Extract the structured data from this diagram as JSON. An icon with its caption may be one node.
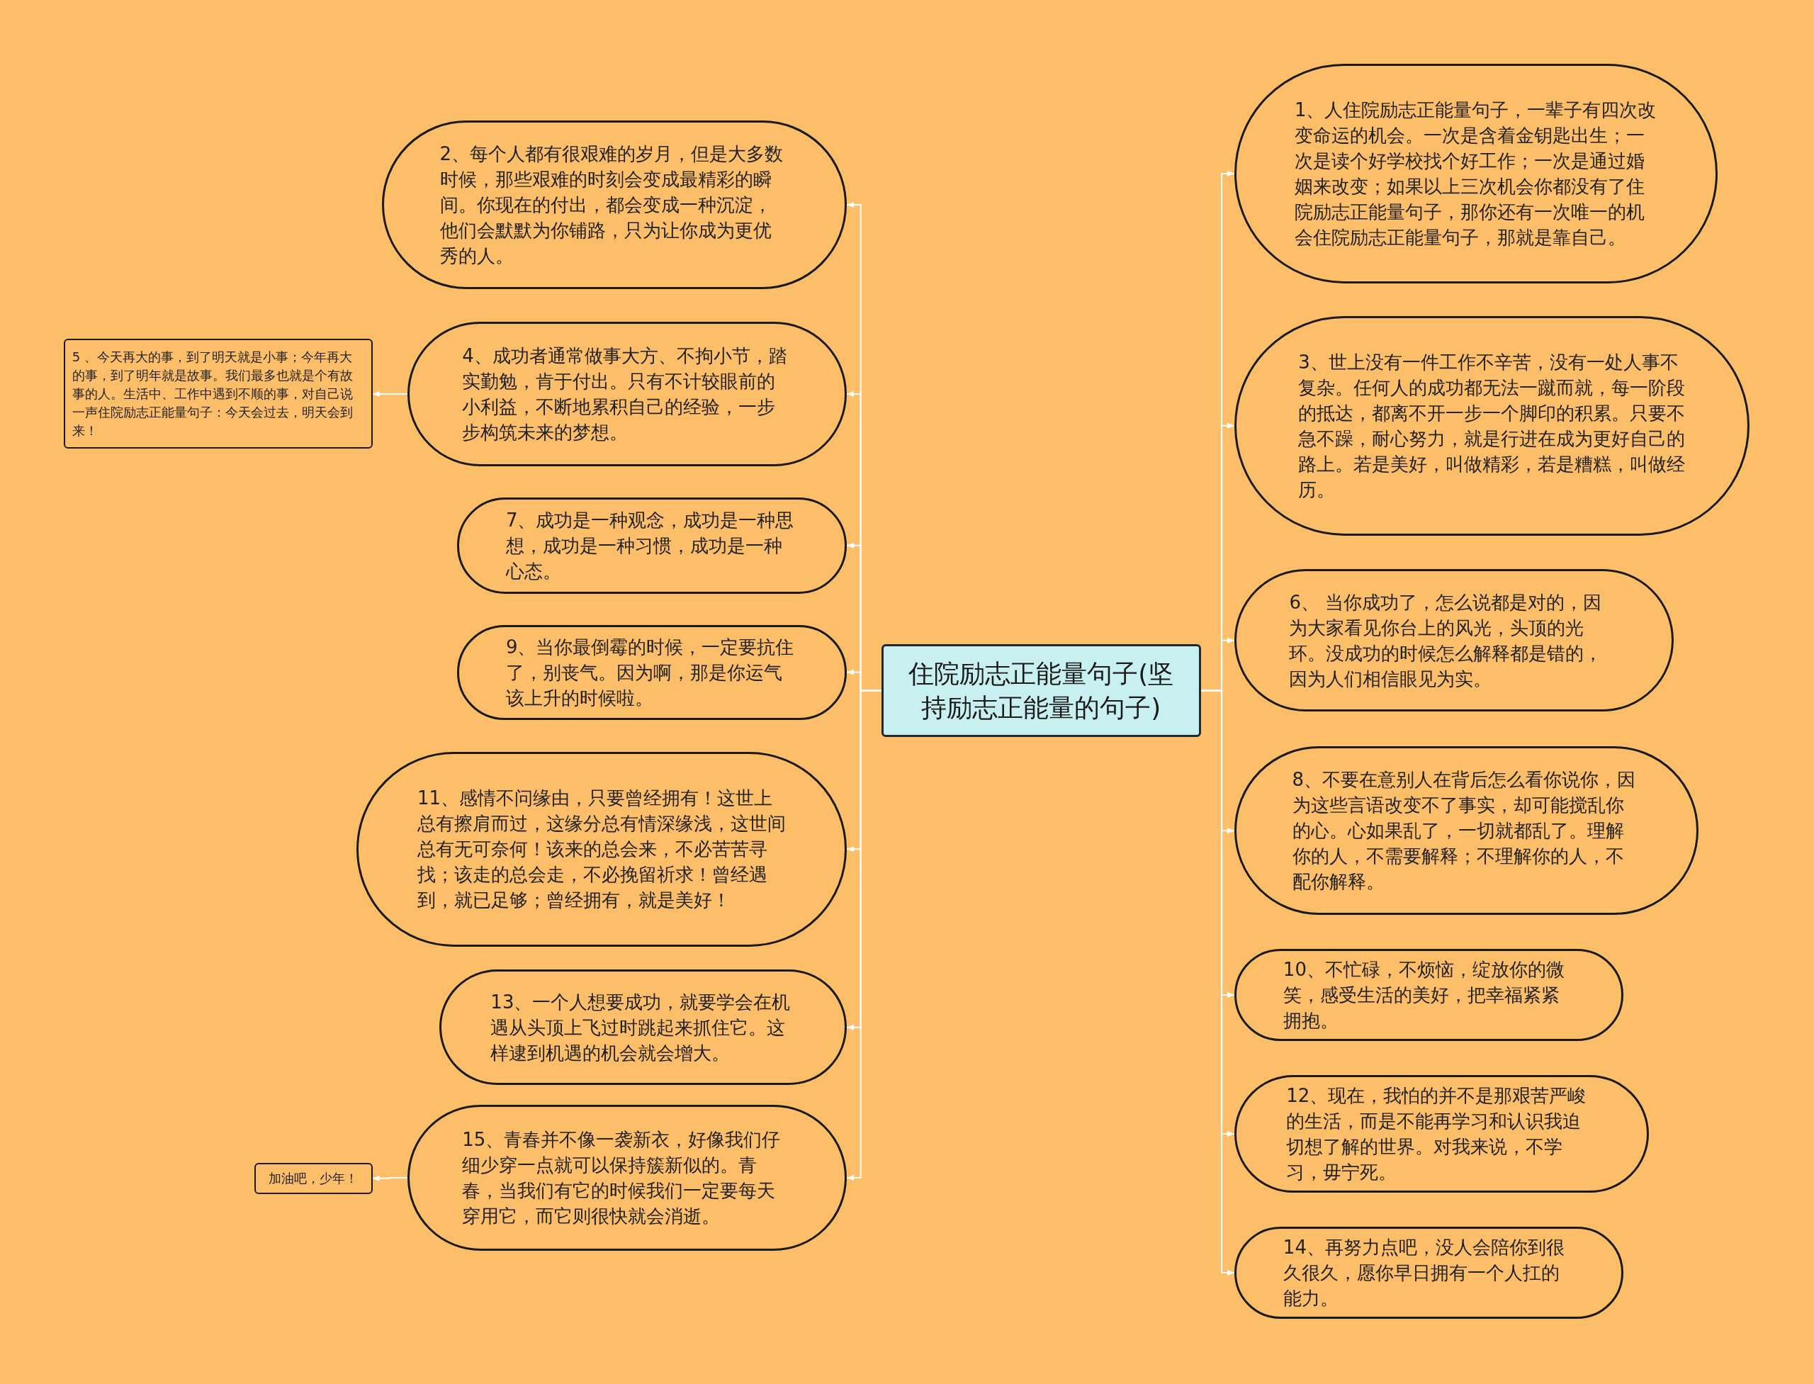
{
  "diagram": {
    "nodes": [
      {
        "text": [
          "住院励志正能量句子(坚持励志正能量的句子)"
        ]
      },
      {
        "text": [
          "1、人住院励志正能量句子，一辈子有四次改变命运的机会。一次是含着金钥匙出生；一次是读个好学校找个好工作；一次是通过婚姻来改变；如果以上三次机会你都没有了住院励志正能量句子，那你还有一次唯一的机会住院励志正能量句子，那就是靠自己。"
        ]
      },
      {
        "text": [
          "2、每个人都有很艰难的岁月，但是大多数时候，那些艰难的时刻会变成最精彩的瞬间。你现在的付出，都会变成一种沉淀，他们会默默为你铺路，只为让你成为更优秀的人。"
        ]
      },
      {
        "text": [
          "3、世上没有一件工作不辛苦，没有一处人事不复杂。任何人的成功都无法一蹴而就，每一阶段的抵达，都离不开一步一个脚印的积累。只要不急不躁，耐心努力，就是行进在成为更好自己的路上。若是美好，叫做精彩，若是糟糕，叫做经历。"
        ]
      },
      {
        "text": [
          "4、成功者通常做事大方、不拘小节，踏实勤勉，肯于付出。只有不计较眼前的小利益，不断地累积自己的经验，一步步构筑未来的梦想。"
        ]
      },
      {
        "text": [
          "5 、今天再大的事，到了明天就是小事；今年再大的事，到了明年就是故事。我们最多也就是个有故事的人。生活中、工作中遇到不顺的事，对自己说一声住院励志正能量句子：今天会过去，明天会到来！"
        ]
      },
      {
        "text": [
          "6、 当你成功了，怎么说都是对的，因为大家看见你台上的风光，头顶的光环。没成功的时候怎么解释都是错的，因为人们相信眼见为实。"
        ]
      },
      {
        "text": [
          "7、成功是一种观念，成功是一种思想，成功是一种习惯，成功是一种心态。"
        ]
      },
      {
        "text": [
          "8、不要在意别人在背后怎么看你说你，因为这些言语改变不了事实，却可能搅乱你的心。心如果乱了，一切就都乱了。理解你的人，不需要解释；不理解你的人，不配你解释。"
        ]
      },
      {
        "text": [
          "9、当你最倒霉的时候，一定要抗住了，别丧气。因为啊，那是你运气该上升的时候啦。"
        ]
      },
      {
        "text": [
          "10、不忙碌，不烦恼，绽放你的微笑，感受生活的美好，把幸福紧紧拥抱。"
        ]
      },
      {
        "text": [
          "11、感情不问缘由，只要曾经拥有！这世上总有擦肩而过，这缘分总有情深缘浅，这世间总有无可奈何！该来的总会来，不必苦苦寻找；该走的总会走，不必挽留祈求！曾经遇到，就已足够；曾经拥有，就是美好！"
        ]
      },
      {
        "text": [
          "12、现在，我怕的并不是那艰苦严峻的生活，而是不能再学习和认识我迫切想了解的世界。对我来说，不学习，毋宁死。"
        ]
      },
      {
        "text": [
          "13、一个人想要成功，就要学会在机遇从头顶上飞过时跳起来抓住它。这样逮到机遇的机会就会增大。"
        ]
      },
      {
        "text": [
          "14、再努力点吧，没人会陪你到很久很久，愿你早日拥有一个人扛的能力。"
        ]
      },
      {
        "text": [
          "15、青春并不像一袭新衣，好像我们仔细少穿一点就可以保持簇新似的。青春，当我们有它的时候我们一定要每天穿用它，而它则很快就会消逝。"
        ]
      },
      {
        "text": [
          "加油吧，少年！"
        ]
      }
    ],
    "edges": [
      {
        "from": 0,
        "to": 1,
        "arrow": "to"
      },
      {
        "from": 0,
        "to": 2,
        "arrow": "to"
      },
      {
        "from": 0,
        "to": 3,
        "arrow": "to"
      },
      {
        "from": 0,
        "to": 4,
        "arrow": "to"
      },
      {
        "from": 4,
        "to": 5,
        "arrow": "to"
      },
      {
        "from": 0,
        "to": 6,
        "arrow": "to"
      },
      {
        "from": 0,
        "to": 7,
        "arrow": "to"
      },
      {
        "from": 0,
        "to": 8,
        "arrow": "to"
      },
      {
        "from": 0,
        "to": 9,
        "arrow": "to"
      },
      {
        "from": 0,
        "to": 10,
        "arrow": "to"
      },
      {
        "from": 0,
        "to": 11,
        "arrow": "to"
      },
      {
        "from": 0,
        "to": 12,
        "arrow": "to"
      },
      {
        "from": 0,
        "to": 13,
        "arrow": "to"
      },
      {
        "from": 0,
        "to": 14,
        "arrow": "to"
      },
      {
        "from": 0,
        "to": 15,
        "arrow": "to"
      },
      {
        "from": 15,
        "to": 16,
        "arrow": "to"
      }
    ]
  }
}
